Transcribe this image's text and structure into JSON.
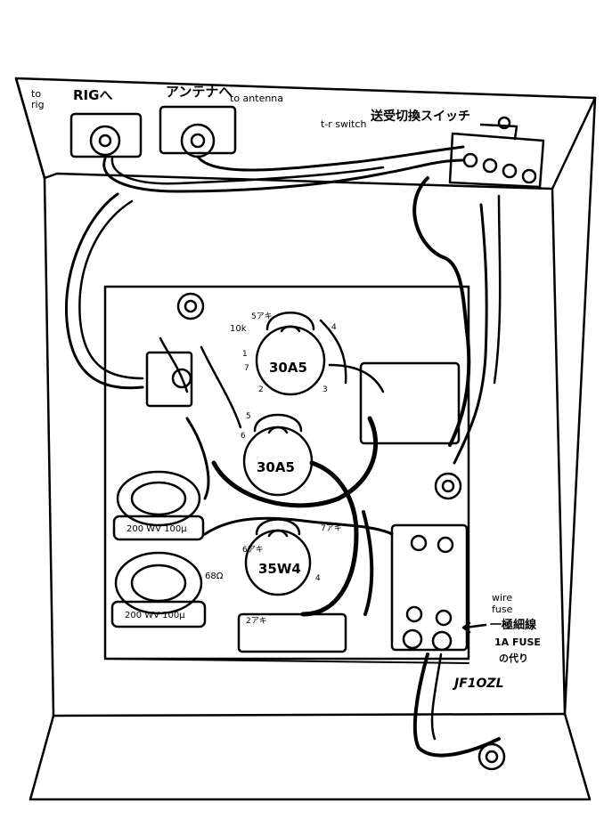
{
  "labels": {
    "to_rig": "to\nrig",
    "rig_he": "RIGへ",
    "antenna_he": "アンテナへ",
    "to_antenna": "to antenna",
    "tr_switch": "t-r switch",
    "tr_switch_jp": "送受切換スイッチ",
    "wire_fuse": "wire\nfuse",
    "fine_wire": "一極細線",
    "fuse_1a": "1A FUSE",
    "instead_of": "の代り",
    "callsign": "JF1OZL"
  },
  "tubes": [
    {
      "name": "30A5"
    },
    {
      "name": "30A5"
    },
    {
      "name": "35W4"
    }
  ],
  "capacitors": [
    {
      "text": "200  WV  100μ"
    },
    {
      "text": "200  WV  100μ"
    }
  ],
  "resistor_labels": [
    "68Ω",
    "10k"
  ],
  "pin_labels": [
    "1",
    "2",
    "3",
    "4",
    "5",
    "6",
    "7",
    "5アキ",
    "7アキ",
    "6アキ",
    "2アキ",
    "4"
  ],
  "colors": {
    "ink": "#000000",
    "paper": "#ffffff"
  }
}
